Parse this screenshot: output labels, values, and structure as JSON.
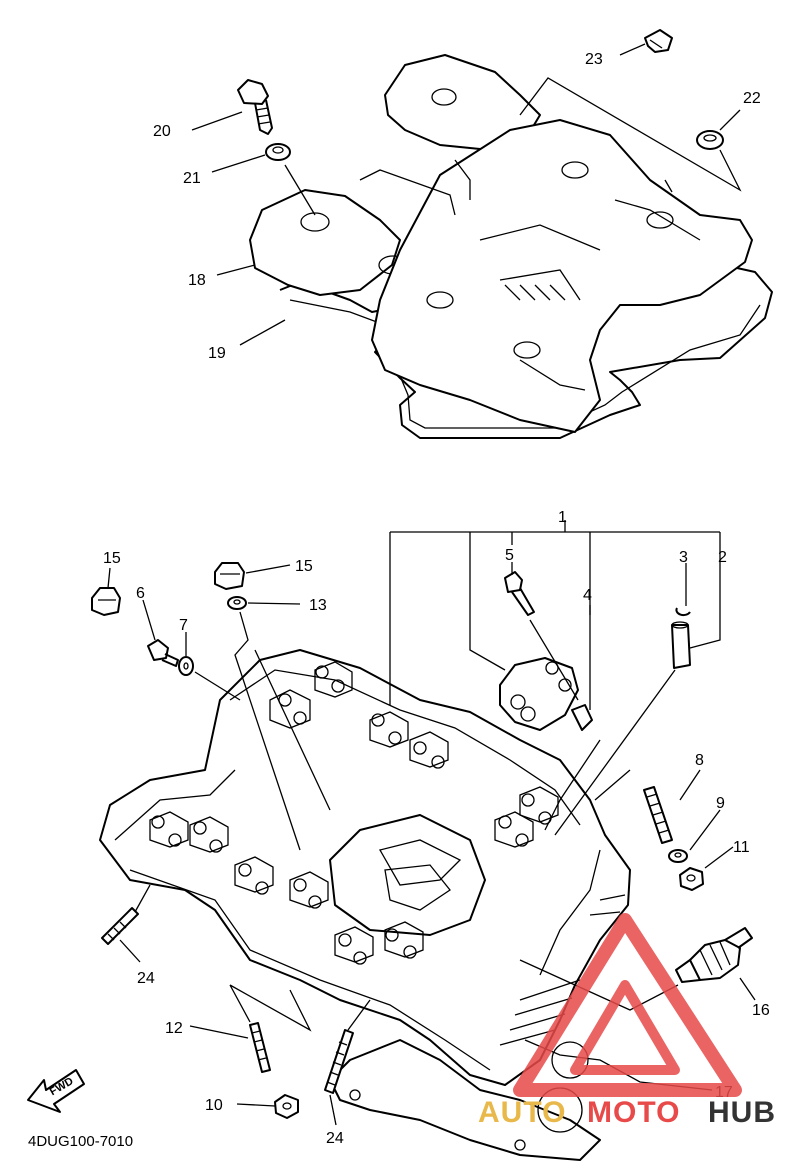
{
  "diagram": {
    "part_code": "4DUG100-7010",
    "fwd_label": "FWD",
    "callouts": [
      {
        "id": "1",
        "label": "1"
      },
      {
        "id": "2",
        "label": "2"
      },
      {
        "id": "3",
        "label": "3"
      },
      {
        "id": "4",
        "label": "4"
      },
      {
        "id": "5",
        "label": "5"
      },
      {
        "id": "6",
        "label": "6"
      },
      {
        "id": "7",
        "label": "7"
      },
      {
        "id": "8",
        "label": "8"
      },
      {
        "id": "9",
        "label": "9"
      },
      {
        "id": "10",
        "label": "10"
      },
      {
        "id": "11",
        "label": "11"
      },
      {
        "id": "12",
        "label": "12"
      },
      {
        "id": "13",
        "label": "13"
      },
      {
        "id": "15a",
        "label": "15"
      },
      {
        "id": "15b",
        "label": "15"
      },
      {
        "id": "16",
        "label": "16"
      },
      {
        "id": "17",
        "label": "17"
      },
      {
        "id": "18",
        "label": "18"
      },
      {
        "id": "19",
        "label": "19"
      },
      {
        "id": "20",
        "label": "20"
      },
      {
        "id": "21",
        "label": "21"
      },
      {
        "id": "22",
        "label": "22"
      },
      {
        "id": "23",
        "label": "23"
      },
      {
        "id": "24a",
        "label": "24"
      },
      {
        "id": "24b",
        "label": "24"
      }
    ]
  },
  "watermark": {
    "text_a": "AUTO",
    "text_b": "MOTO",
    "text_c": "HUB",
    "colors": {
      "gold": "#e8b84a",
      "red": "#e84a4a",
      "dark": "#333333"
    }
  }
}
